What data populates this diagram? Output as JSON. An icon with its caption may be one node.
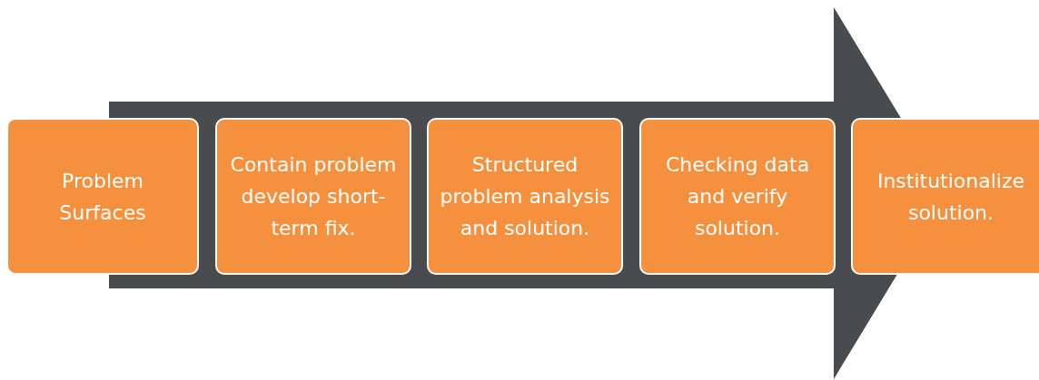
{
  "diagram": {
    "nodes": [
      {
        "text": [
          "Problem Surfaces"
        ]
      },
      {
        "text": [
          "Contain problem develop short-term fix."
        ]
      },
      {
        "text": [
          "Structured problem analysis and solution."
        ]
      },
      {
        "text": [
          "Checking data and verify solution."
        ]
      },
      {
        "text": [
          "Institutionalize solution."
        ]
      }
    ]
  }
}
